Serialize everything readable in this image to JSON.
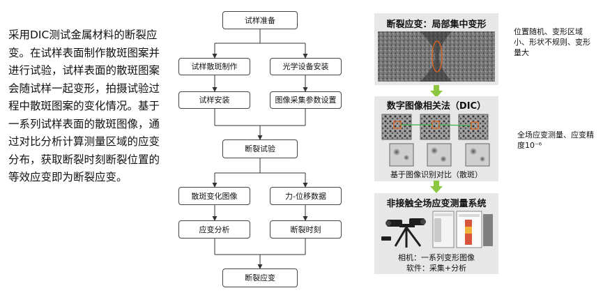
{
  "intro_text": "采用DIC测试金属材料的断裂应变。在试样表面制作散斑图案并进行试验，试样表面的散斑图案会随试样一起变形，拍摄试验过程中散斑图案的变化情况。基于一系列试样表面的散斑图像，通过对比分析计算测量区域的应变分布，获取断裂时刻断裂位置的等效应变即为断裂应变。",
  "flowchart": {
    "prep": "试样准备",
    "speckle": "试样散斑制作",
    "optics": "光学设备安装",
    "mount": "试样安装",
    "params": "图像采集参数设置",
    "test": "断裂试验",
    "images": "散斑变化图像",
    "force": "力-位移数据",
    "strain": "应变分析",
    "fracture_time": "断裂时刻",
    "fracture_strain": "断裂应变"
  },
  "panel1": {
    "title": "断裂应变：局部集中变形",
    "note": "位置随机、变形区域小、形状不规则、变形量大"
  },
  "panel2": {
    "title": "数字图像相关法（DIC）",
    "caption": "基于图像识别对比（散斑）",
    "note": "全场应变测量、应变精度10⁻⁶"
  },
  "panel3": {
    "title": "非接触全场应变测量系统",
    "caption1": "相机：一系列变形图像",
    "caption2": "软件：采集+分析"
  },
  "colors": {
    "arrow": "#8dc63f",
    "panel_bg": "#e7e7e7",
    "highlight": "#e8641b"
  }
}
